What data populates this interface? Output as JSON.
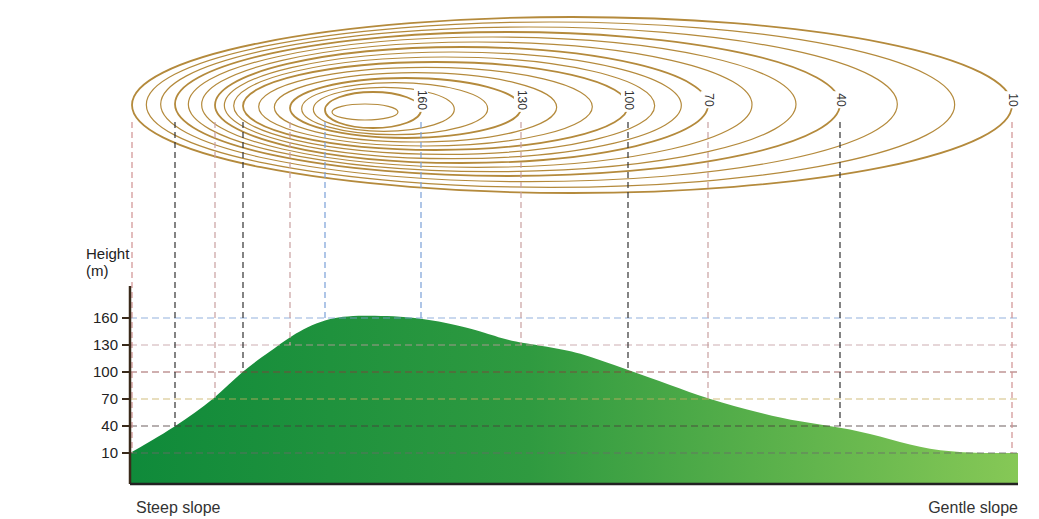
{
  "diagram": {
    "labels": [
      "160",
      "130",
      "100",
      "70",
      "40",
      "10",
      "Height (m)",
      "160",
      "130",
      "100",
      "70",
      "40",
      "10",
      "Steep slope",
      "Gentle slope"
    ]
  }
}
